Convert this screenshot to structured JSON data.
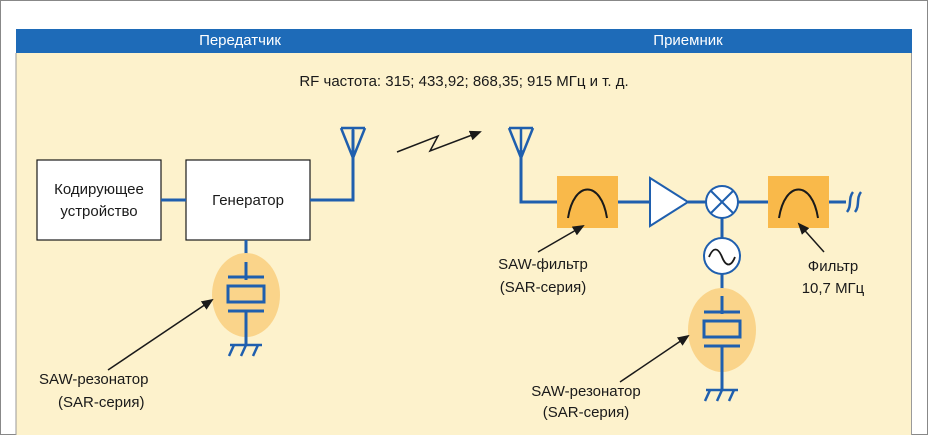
{
  "headers": {
    "transmitter": "Передатчик",
    "receiver": "Приемник"
  },
  "rf_frequency": "RF частота: 315; 433,92; 868,35; 915 МГц и т. д.",
  "blocks": {
    "encoder_line1": "Кодирующее",
    "encoder_line2": "устройство",
    "generator": "Генератор"
  },
  "labels": {
    "tx_resonator_line1": "SAW-резонатор",
    "tx_resonator_line2": "(SAR-серия)",
    "saw_filter_line1": "SAW-фильтр",
    "saw_filter_line2": "(SAR-серия)",
    "rx_resonator_line1": "SAW-резонатор",
    "rx_resonator_line2": "(SAR-серия)",
    "if_filter_line1": "Фильтр",
    "if_filter_line2": "10,7 МГц"
  },
  "colors": {
    "header_bg": "#1e6bb8",
    "panel_bg": "#fdf2cc",
    "component_fill": "#f9b94a",
    "resonator_fill": "#fad48a",
    "wire": "#1f5fae",
    "line": "#1a1a1a"
  },
  "icons": [
    "antenna-icon",
    "radio-wave-icon",
    "bandpass-filter-icon",
    "amplifier-icon",
    "mixer-icon",
    "oscillator-icon",
    "crystal-resonator-icon",
    "ground-icon"
  ]
}
